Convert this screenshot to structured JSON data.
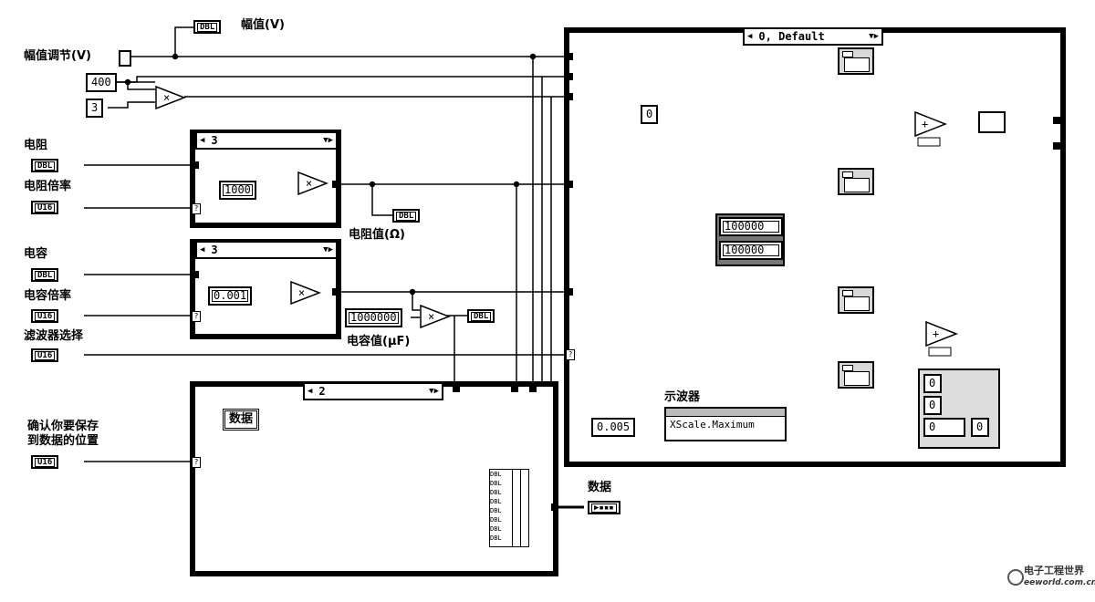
{
  "controls": {
    "amplitude_adjust": {
      "label": "幅值调节(V)"
    },
    "resistance": {
      "label": "电阻",
      "type": "DBL"
    },
    "resistance_multiplier": {
      "label": "电阻倍率",
      "type": "U16"
    },
    "capacitance": {
      "label": "电容",
      "type": "DBL"
    },
    "capacitance_multiplier": {
      "label": "电容倍率",
      "type": "U16"
    },
    "filter_select": {
      "label": "滤波器选择",
      "type": "U16"
    },
    "save_location": {
      "label": "确认你要保存\n到数据的位置",
      "type": "U16"
    }
  },
  "indicators": {
    "amplitude": {
      "label": "幅值(V)",
      "type": "DBL"
    },
    "resistance_value": {
      "label": "电阻值(Ω)",
      "type": "DBL"
    },
    "capacitance_value": {
      "label": "电容值(μF)",
      "type": "DBL"
    },
    "oscilloscope": {
      "label": "示波器",
      "property": "XScale.Maximum"
    },
    "data_out": {
      "label": "数据"
    }
  },
  "constants": {
    "c400": "400",
    "c3": "3",
    "c1000": "1000",
    "c0001": "0.001",
    "c1000000": "1000000",
    "c0": "0",
    "c100000a": "100000",
    "c100000b": "100000",
    "c0005": "0.005",
    "cluster_a": "0",
    "cluster_b": "0",
    "cluster_c": "0",
    "cluster_d": "0"
  },
  "structures": {
    "case_resistance": {
      "selector": "3"
    },
    "case_capacitance": {
      "selector": "3"
    },
    "case_save": {
      "selector": "2",
      "local_label": "数据"
    },
    "case_filter": {
      "selector": "0, Default"
    }
  },
  "array_types": [
    "DBL",
    "DBL",
    "DBL",
    "DBL",
    "DBL",
    "DBL",
    "DBL",
    "DBL"
  ],
  "watermark": {
    "site": "电子工程世界",
    "url": "eeworld.com.cn"
  }
}
